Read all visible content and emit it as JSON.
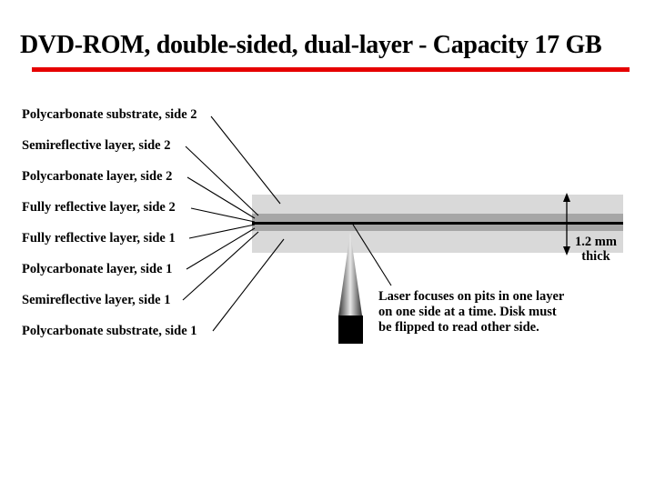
{
  "title": "DVD-ROM, double-sided, dual-layer - Capacity 17 GB",
  "colors": {
    "accent_rule": "#e60000",
    "substrate": "#d9d9d9",
    "semireflective": "#a6a6a6",
    "fully_reflective": "#000000",
    "laser_body": "#000000"
  },
  "layers": [
    "Polycarbonate substrate, side 2",
    "Semireflective layer, side 2",
    "Polycarbonate layer, side 2",
    "Fully reflective layer, side 2",
    "Fully reflective layer, side 1",
    "Polycarbonate layer, side 1",
    "Semireflective layer, side 1",
    "Polycarbonate substrate, side 1"
  ],
  "thickness": {
    "line1": "1.2 mm",
    "line2": "thick"
  },
  "laser_note": {
    "line1": "Laser focuses on pits in one layer",
    "line2": "on one side at a time. Disk must",
    "line3": "be flipped to read other side."
  }
}
